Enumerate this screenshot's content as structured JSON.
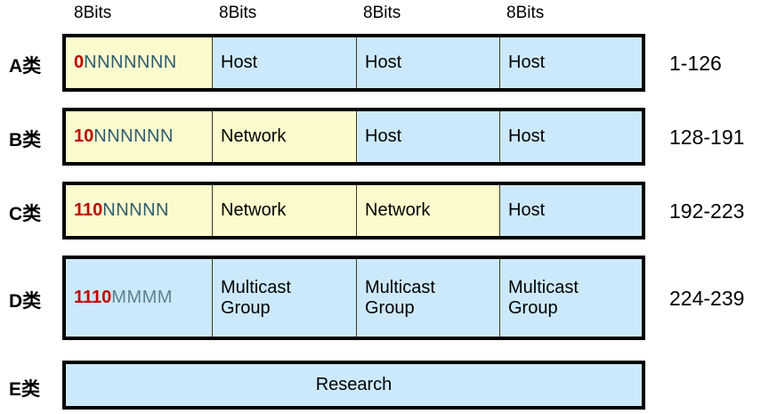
{
  "header": {
    "bits_labels": [
      "8Bits",
      "8Bits",
      "8Bits",
      "8Bits"
    ]
  },
  "colors": {
    "yellow": "#FCFBCE",
    "blue": "#CCE9FB",
    "prefix_red": "#C00000",
    "bits_teal": "#2E5C6E",
    "bits_gray": "#5C8294",
    "border": "#000000"
  },
  "rows": [
    {
      "class_label": "A类",
      "range": "1-126",
      "bits_prefix": "0",
      "bits_rest": "NNNNNNN",
      "bits_fill": "yellow",
      "cells": [
        {
          "text": "Host",
          "fill": "blue"
        },
        {
          "text": "Host",
          "fill": "blue"
        },
        {
          "text": "Host",
          "fill": "blue"
        }
      ]
    },
    {
      "class_label": "B类",
      "range": "128-191",
      "bits_prefix": "10",
      "bits_rest": "NNNNNN",
      "bits_fill": "yellow",
      "cells": [
        {
          "text": "Network",
          "fill": "yellow"
        },
        {
          "text": "Host",
          "fill": "blue"
        },
        {
          "text": "Host",
          "fill": "blue"
        }
      ]
    },
    {
      "class_label": "C类",
      "range": "192-223",
      "bits_prefix": "110",
      "bits_rest": "NNNNN",
      "bits_fill": "yellow",
      "cells": [
        {
          "text": "Network",
          "fill": "yellow"
        },
        {
          "text": "Network",
          "fill": "yellow"
        },
        {
          "text": "Host",
          "fill": "blue"
        }
      ]
    },
    {
      "class_label": "D类",
      "range": "224-239",
      "bits_prefix": "1110",
      "bits_rest": "MMMM",
      "bits_fill": "blue",
      "cells": [
        {
          "text": "Multicast Group",
          "fill": "blue"
        },
        {
          "text": "Multicast Group",
          "fill": "blue"
        },
        {
          "text": "Multicast Group",
          "fill": "blue"
        }
      ]
    },
    {
      "class_label": "E类",
      "range": "",
      "full_text": "Research",
      "full_fill": "blue"
    }
  ]
}
